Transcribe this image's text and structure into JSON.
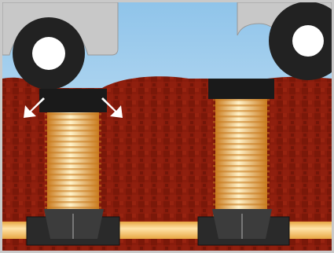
{
  "colors": {
    "sky": "#8fc4ea",
    "sky_light": "#dcedf8",
    "soil": "#8a1c0c",
    "soil_dark": "#6e1408",
    "pipe": "#e8a642",
    "pipe_highlight": "#ffe3a8",
    "riser_light": "#fff2c8",
    "riser_dark": "#c97a1e",
    "cap": "#1a1a1a",
    "vehicle_body": "#c8c8c8",
    "tire": "#222222",
    "hub": "#ffffff",
    "arrow": "#ffffff",
    "frame": "#c9c9c9"
  },
  "scene": {
    "vehicle": {
      "icon": "vehicle-silhouette",
      "wheel_icon": "tire-icon"
    },
    "risers": [
      {
        "id": "left",
        "state": "loaded",
        "cap_icon": "riser-cap-icon",
        "arrows": [
          "arrow-down-left-icon",
          "arrow-down-right-icon"
        ]
      },
      {
        "id": "right",
        "state": "unloaded",
        "cap_icon": "riser-cap-icon"
      }
    ],
    "main_pipe": {
      "icon": "horizontal-pipe"
    },
    "fittings": [
      "saddle-tee-fitting-icon",
      "saddle-tee-fitting-icon"
    ]
  }
}
